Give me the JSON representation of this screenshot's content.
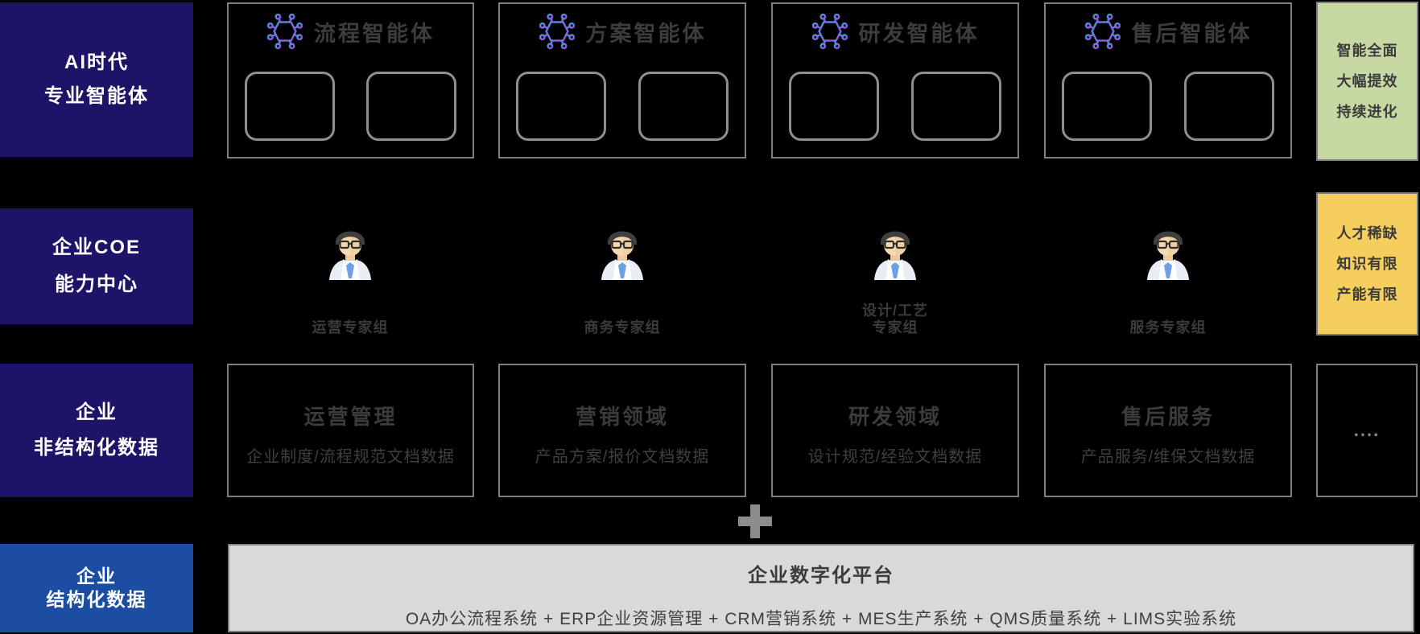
{
  "left_column": {
    "boxes": [
      {
        "id": "ai-era",
        "lines": [
          "AI时代",
          "专业智能体"
        ]
      },
      {
        "id": "coe",
        "lines": [
          "企业COE",
          "能力中心"
        ]
      },
      {
        "id": "unstructured",
        "lines": [
          "企业",
          "非结构化数据"
        ]
      },
      {
        "id": "structured",
        "lines": [
          "企业",
          "结构化数据"
        ]
      }
    ]
  },
  "agent_row": {
    "icon": "ai-network-icon",
    "agents": [
      {
        "title": "流程智能体"
      },
      {
        "title": "方案智能体"
      },
      {
        "title": "研发智能体"
      },
      {
        "title": "售后智能体"
      }
    ]
  },
  "expert_row": {
    "icon": "businessman-avatar-icon",
    "experts": [
      {
        "lines": [
          "运营专家组"
        ]
      },
      {
        "lines": [
          "商务专家组"
        ]
      },
      {
        "lines": [
          "设计/工艺",
          "专家组"
        ]
      },
      {
        "lines": [
          "服务专家组"
        ]
      }
    ]
  },
  "data_row": {
    "domains": [
      {
        "title": "运营管理",
        "subtitle": "企业制度/流程规范文档数据"
      },
      {
        "title": "营销领域",
        "subtitle": "产品方案/报价文档数据"
      },
      {
        "title": "研发领域",
        "subtitle": "设计规范/经验文档数据"
      },
      {
        "title": "售后服务",
        "subtitle": "产品服务/维保文档数据"
      }
    ],
    "more": "...."
  },
  "side_notes": {
    "benefits": {
      "lines": [
        "智能全面",
        "大幅提效",
        "持续进化"
      ]
    },
    "pain_points": {
      "lines": [
        "人才稀缺",
        "知识有限",
        "产能有限"
      ]
    }
  },
  "plus_symbol": "+",
  "platform": {
    "title": "企业数字化平台",
    "systems_line": "OA办公流程系统 + ERP企业资源管理 +  CRM营销系统 + MES生产系统 + QMS质量系统 + LIMS实验系统"
  },
  "colors": {
    "navy": "#1d1467",
    "bright_blue": "#1b4da2",
    "green_note": "#c7d9a2",
    "yellow_note": "#f6ce5e",
    "platform_gray": "#d9d9d9",
    "box_border": "#7f7f7f",
    "dim_text": "#3c3c3c",
    "icon_gradient_start": "#3e9bdc",
    "icon_gradient_end": "#a04ae0",
    "tie_blue": "#6e9fe3"
  }
}
